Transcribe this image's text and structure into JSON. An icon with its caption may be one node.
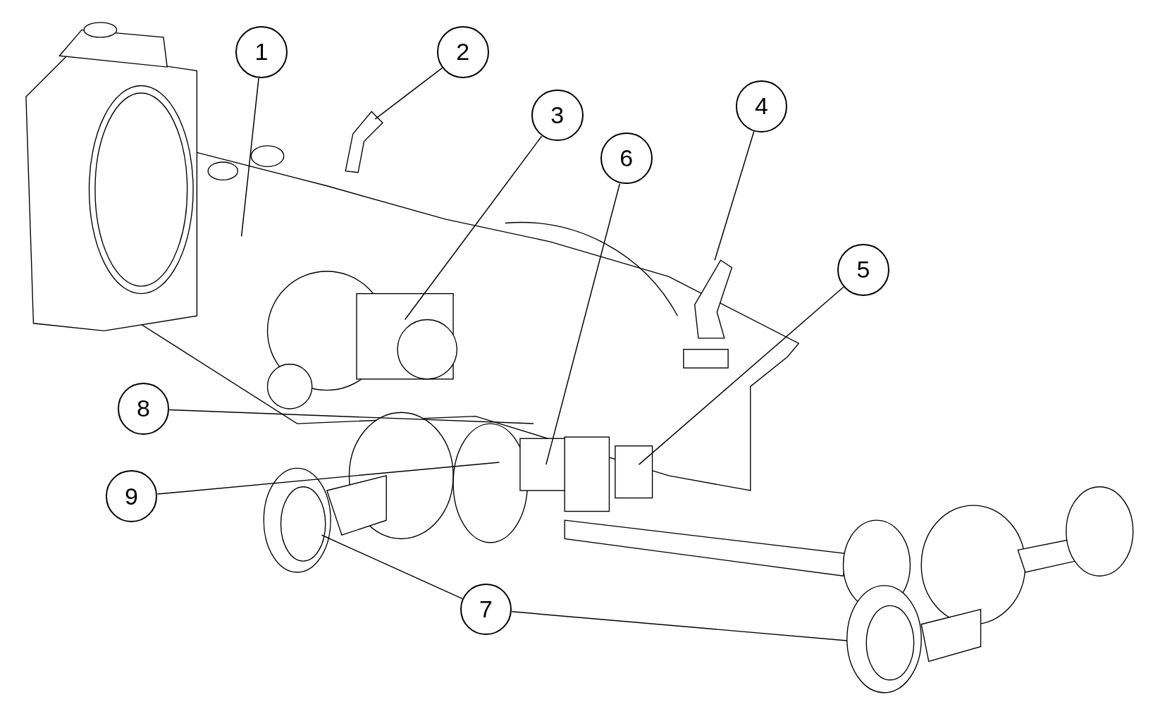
{
  "diagram": {
    "nodes": [
      {
        "text": [
          "1"
        ]
      },
      {
        "text": [
          "2"
        ]
      },
      {
        "text": [
          "3"
        ]
      },
      {
        "text": [
          "4"
        ]
      },
      {
        "text": [
          "6"
        ]
      },
      {
        "text": [
          "5"
        ]
      },
      {
        "text": [
          "8"
        ]
      },
      {
        "text": [
          "9"
        ]
      },
      {
        "text": [
          "7"
        ]
      }
    ],
    "edges": [
      {
        "from": 0,
        "to": null,
        "arrow": "none"
      },
      {
        "from": 1,
        "to": null,
        "arrow": "none"
      },
      {
        "from": 2,
        "to": null,
        "arrow": "none"
      },
      {
        "from": 3,
        "to": null,
        "arrow": "none"
      },
      {
        "from": 4,
        "to": null,
        "arrow": "none"
      },
      {
        "from": 5,
        "to": null,
        "arrow": "none"
      },
      {
        "from": 6,
        "to": null,
        "arrow": "none"
      },
      {
        "from": 7,
        "to": null,
        "arrow": "none"
      },
      {
        "from": 8,
        "to": null,
        "arrow": "none"
      },
      {
        "from": 8,
        "to": null,
        "arrow": "none"
      }
    ]
  }
}
